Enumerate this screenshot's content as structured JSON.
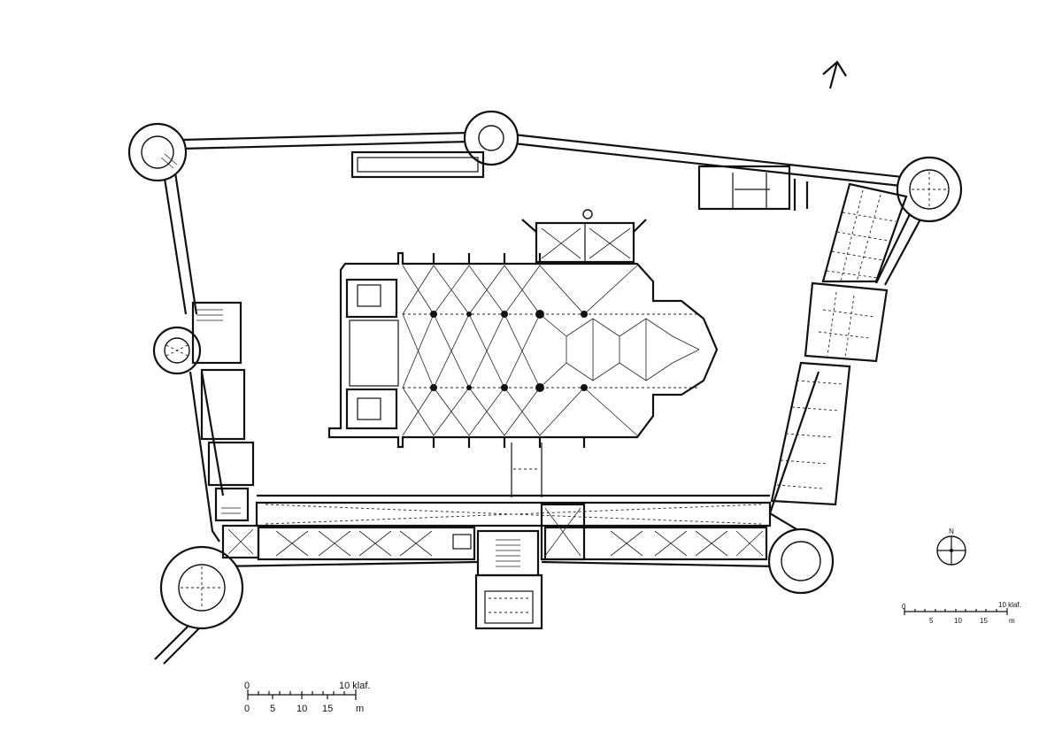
{
  "scale_bars": [
    {
      "top_labels": {
        "start": "0",
        "end": "10 klaf."
      },
      "bottom_labels": [
        "0",
        "5",
        "10",
        "15"
      ],
      "unit": "m"
    },
    {
      "top_labels": {
        "start": "0",
        "end": "10 klaf."
      },
      "bottom_labels": [
        "5",
        "10",
        "15"
      ],
      "unit": "m"
    }
  ],
  "compass": {
    "label": "N"
  },
  "icons": [
    "north-arrow-icon",
    "compass-rose-icon"
  ]
}
